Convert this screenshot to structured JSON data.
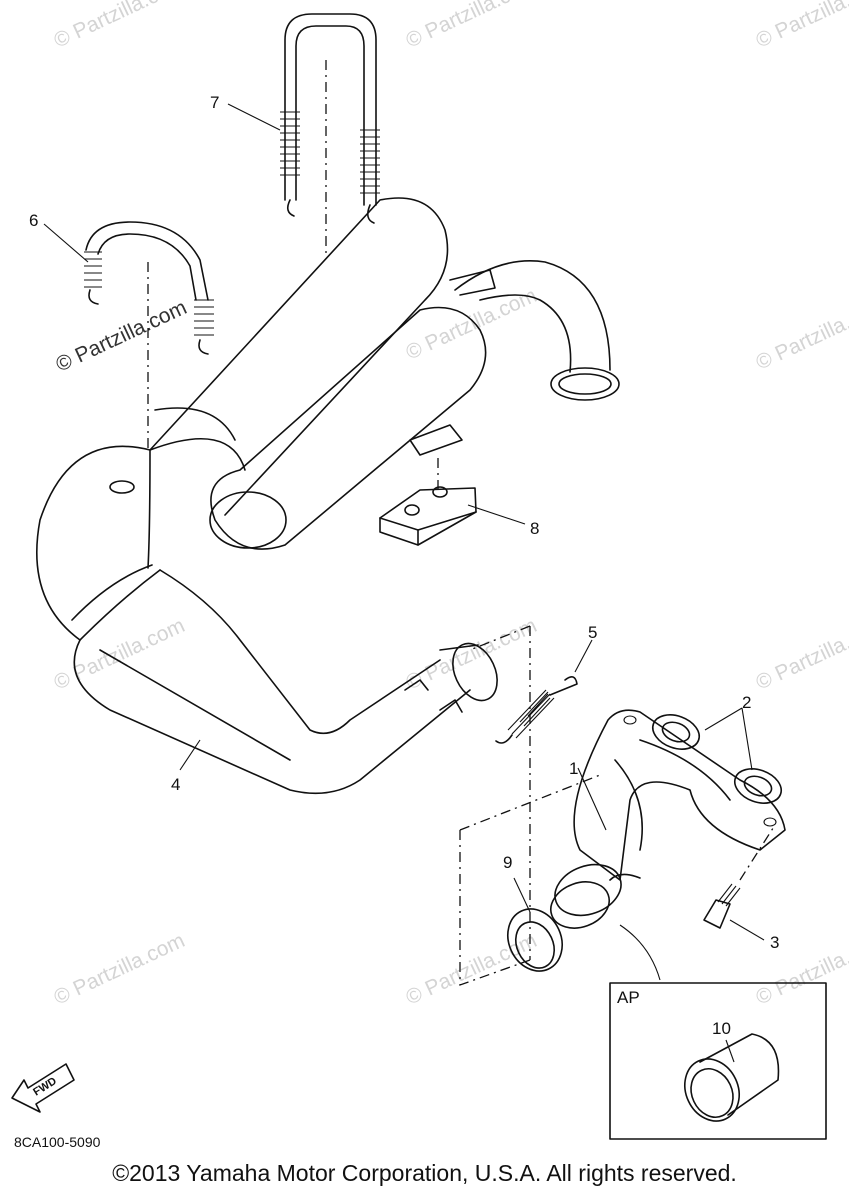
{
  "watermark": "© Partzilla.com",
  "callouts": [
    "1",
    "2",
    "3",
    "4",
    "5",
    "6",
    "7",
    "8",
    "9",
    "10"
  ],
  "inset_label": "AP",
  "fwd_label": "FWD",
  "diagram_ref": "8CA100-5090",
  "copyright": "©2013 Yamaha Motor Corporation, U.S.A. All rights reserved."
}
